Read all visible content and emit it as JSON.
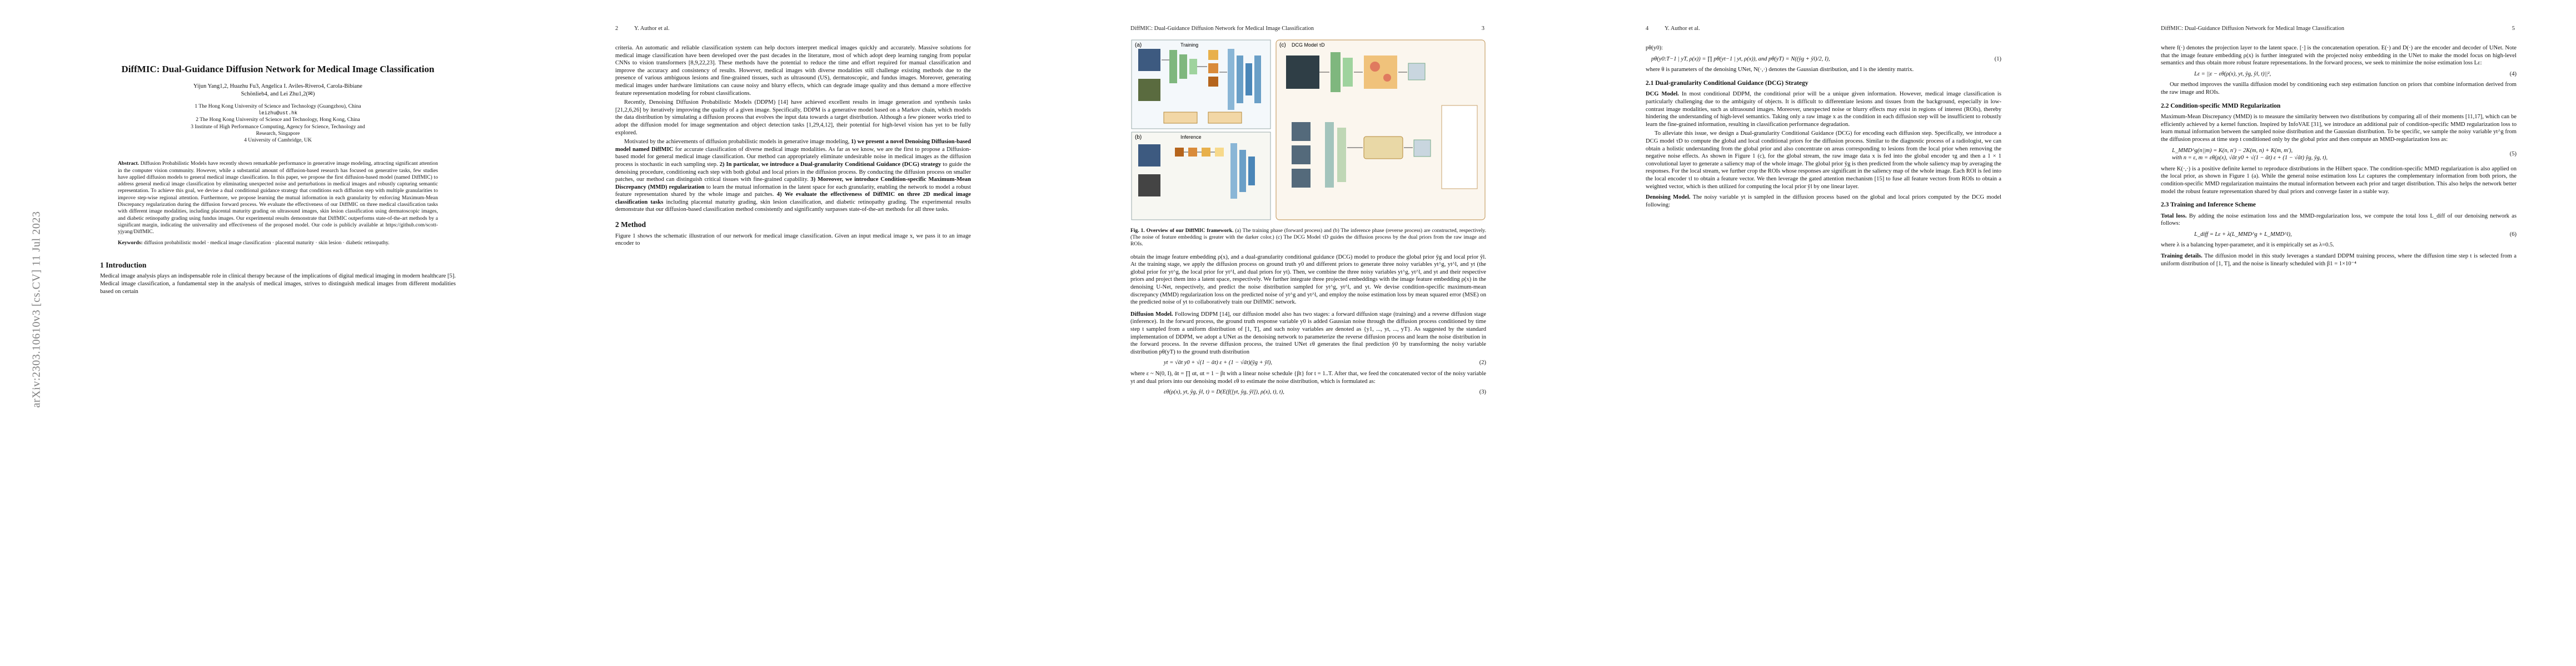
{
  "arxiv_stamp": "arXiv:2303.10610v3  [cs.CV]  11 Jul 2023",
  "pages": [
    {
      "number": "",
      "running_head": "",
      "title": "DiffMIC: Dual-Guidance Diffusion Network for Medical Image Classification",
      "authors_line1": "Yijun Yang1,2, Huazhu Fu3, Angelica I. Aviles-Rivero4, Carola-Bibiane",
      "authors_line2": "Schönlieb4, and Lei Zhu1,2(✉)",
      "affiliations": [
        "1 The Hong Kong University of Science and Technology (Guangzhou), China",
        "leizhu@ust.hk",
        "2 The Hong Kong University of Science and Technology, Hong Kong, China",
        "3 Institute of High Performance Computing, Agency for Science, Technology and",
        "Research, Singapore",
        "4 University of Cambridge, UK"
      ],
      "abstract_label": "Abstract.",
      "abstract": "Diffusion Probabilistic Models have recently shown remarkable performance in generative image modeling, attracting significant attention in the computer vision community. However, while a substantial amount of diffusion-based research has focused on generative tasks, few studies have applied diffusion models to general medical image classification. In this paper, we propose the first diffusion-based model (named DiffMIC) to address general medical image classification by eliminating unexpected noise and perturbations in medical images and robustly capturing semantic representation. To achieve this goal, we devise a dual conditional guidance strategy that conditions each diffusion step with multiple granularities to improve step-wise regional attention. Furthermore, we propose learning the mutual information in each granularity by enforcing Maximum-Mean Discrepancy regularization during the diffusion forward process. We evaluate the effectiveness of our DiffMIC on three medical classification tasks with different image modalities, including placental maturity grading on ultrasound images, skin lesion classification using dermatoscopic images, and diabetic retinopathy grading using fundus images. Our experimental results demonstrate that DiffMIC outperforms state-of-the-art methods by a significant margin, indicating the universality and effectiveness of the proposed model. Our code is publicly available at https://github.com/scott-yjyang/DiffMIC.",
      "keywords_label": "Keywords:",
      "keywords": "diffusion probabilistic model · medical image classification · placental maturity · skin lesion · diabetic retinopathy.",
      "section_title": "1   Introduction",
      "intro": "Medical image analysis plays an indispensable role in clinical therapy because of the implications of digital medical imaging in modern healthcare [5]. Medical image classification, a fundamental step in the analysis of medical images, strives to distinguish medical images from different modalities based on certain"
    },
    {
      "number": "2",
      "running_head": "Y. Author et al.",
      "para1": "criteria. An automatic and reliable classification system can help doctors interpret medical images quickly and accurately. Massive solutions for medical image classification have been developed over the past decades in the literature, most of which adopt deep learning ranging from popular CNNs to vision transformers [8,9,22,23]. These methods have the potential to reduce the time and effort required for manual classification and improve the accuracy and consistency of results. However, medical images with diverse modalities still challenge existing methods due to the presence of various ambiguous lesions and fine-grained tissues, such as ultrasound (US), dermatoscopic, and fundus images. Moreover, generating medical images under hardware limitations can cause noisy and blurry effects, which can degrade image quality and thus demand a more effective feature representation modeling for robust classifications.",
      "para2": "Recently, Denoising Diffusion Probabilistic Models (DDPM) [14] have achieved excellent results in image generation and synthesis tasks [21,2,6,26] by iteratively improving the quality of a given image. Specifically, DDPM is a generative model based on a Markov chain, which models the data distribution by simulating a diffusion process that evolves the input data towards a target distribution. Although a few pioneer works tried to adopt the diffusion model for image segmentation and object detection tasks [1,29,4,12], their potential for high-level vision has yet to be fully explored.",
      "para3_a": "Motivated by the achievements of diffusion probabilistic models in generative image modeling, ",
      "para3_b1": "1) we present a novel Denoising Diffusion-based model named DiffMIC",
      "para3_c": " for accurate classification of diverse medical image modalities. As far as we know, we are the first to propose a Diffusion-based model for general medical image classification. Our method can appropriately eliminate undesirable noise in medical images as the diffusion process is stochastic in each sampling step. ",
      "para3_b2": "2) In particular, we introduce a Dual-granularity Conditional Guidance (DCG) strategy",
      "para3_d": " to guide the denoising procedure, conditioning each step with both global and local priors in the diffusion process. By conducting the diffusion process on smaller patches, our method can distinguish critical tissues with fine-grained capability. ",
      "para3_b3": "3) Moreover, we introduce Condition-specific Maximum-Mean Discrepancy (MMD) regularization",
      "para3_e": " to learn the mutual information in the latent space for each granularity, enabling the network to model a robust feature representation shared by the whole image and patches. ",
      "para3_b4": "4) We evaluate the effectiveness of DiffMIC on three 2D medical image classification tasks",
      "para3_f": " including placental maturity grading, skin lesion classification, and diabetic retinopathy grading. The experimental results demonstrate that our diffusion-based classification method consistently and significantly surpasses state-of-the-art methods for all three tasks.",
      "section_title": "2   Method",
      "method": "Figure 1 shows the schematic illustration of our network for medical image classification. Given an input medical image x, we pass it to an image encoder to"
    },
    {
      "number": "3",
      "running_head": "DiffMIC: Dual-Guidance Diffusion Network for Medical Image Classification",
      "fig_label": "Fig. 1.",
      "fig_title": "Overview of our DiffMIC framework.",
      "fig_caption": "(a) The training phase (forward process) and (b) The inference phase (reverse process) are constructed, respectively. (The noise of feature embedding is greater with the darker color.) (c) The DCG Model τD guides the diffusion process by the dual priors from the raw image and ROIs.",
      "fig_labels": [
        "(a)",
        "(b)",
        "(c)",
        "Training",
        "Inference",
        "DCG Model τD"
      ],
      "para1": "obtain the image feature embedding ρ(x), and a dual-granularity conditional guidance (DCG) model to produce the global prior ŷg and local prior ŷl. At the training stage, we apply the diffusion process on ground truth y0 and different priors to generate three noisy variables yt^g, yt^l, and yt (the global prior for yt^g, the local prior for yt^l, and dual priors for yt). Then, we combine the three noisy variables yt^g, yt^l, and yt and their respective priors and project them into a latent space, respectively. We further integrate three projected embeddings with the image feature embedding ρ(x) in the denoising U-Net, respectively, and predict the noise distribution sampled for yt^g, yt^l, and yt. We devise condition-specific maximum-mean discrepancy (MMD) regularization loss on the predicted noise of yt^g and yt^l, and employ the noise estimation loss by mean squared error (MSE) on the predicted noise of yt to collaboratively train our DiffMIC network.",
      "para2_label": "Diffusion Model.",
      "para2": " Following DDPM [14], our diffusion model also has two stages: a forward diffusion stage (training) and a reverse diffusion stage (inference). In the forward process, the ground truth response variable y0 is added Gaussian noise through the diffusion process conditioned by time step t sampled from a uniform distribution of [1, T], and such noisy variables are denoted as {y1, ..., yt, ..., yT}. As suggested by the standard implementation of DDPM, we adopt a UNet as the denoising network to parameterize the reverse diffusion process and learn the noise distribution in the forward process. In the reverse diffusion process, the trained UNet εθ generates the final prediction ŷ0 by transforming the noisy variable distribution pθ(yT) to the ground truth distribution",
      "fwd_eq": "yt = √ᾱt y0 + √(1 − ᾱt) ε + (1 − √ᾱt)(ŷg + ŷl),",
      "fwd_num": "(2)",
      "fwd_where": "where ε ~ N(0, I), ᾱt = ∏ αt, αt = 1 − βt with a linear noise schedule {βt} for t = 1..T. After that, we feed the concatenated vector of the noisy variable yt and dual priors into our denoising model εθ to estimate the noise distribution, which is formulated as:",
      "eps_eq": "εθ(ρ(x), yt, ŷg, ŷl, t) = D(E(f([yt, ŷg, ŷl]), ρ(x), t), t),",
      "eps_num": "(3)"
    },
    {
      "number": "4",
      "running_head": "Y. Author et al.",
      "top_eq_label": "pθ(y0):",
      "eq1": "pθ(y0:T−1 | yT, ρ(x)) = ∏ pθ(yt−1 | yt, ρ(x)),   and   pθ(yT) = N((ŷg + ŷl)/2, I),",
      "eq1_num": "(1)",
      "eq1_where": "where θ is parameters of the denoising UNet, N(·,·) denotes the Gaussian distribution, and I is the identity matrix.",
      "subsec1": "2.1   Dual-granularity Conditional Guidance (DCG) Strategy",
      "dcg_label": "DCG Model.",
      "dcg": " In most conditional DDPM, the conditional prior will be a unique given information. However, medical image classification is particularly challenging due to the ambiguity of objects. It is difficult to differentiate lesions and tissues from the background, especially in low-contrast image modalities, such as ultrasound images. Moreover, unexpected noise or blurry effects may exist in regions of interest (ROIs), thereby hindering the understanding of high-level semantics. Taking only a raw image x as the condition in each diffusion step will be insufficient to robustly learn the fine-grained information, resulting in classification performance degradation.",
      "dcg2": "To alleviate this issue, we design a Dual-granularity Conditional Guidance (DCG) for encoding each diffusion step. Specifically, we introduce a DCG model τD to compute the global and local conditional priors for the diffusion process. Similar to the diagnostic process of a radiologist, we can obtain a holistic understanding from the global prior and also concentrate on areas corresponding to lesions from the local prior when removing the negative noise effects. As shown in Figure 1 (c), for the global stream, the raw image data x is fed into the global encoder τg and then a 1 × 1 convolutional layer to generate a saliency map of the whole image. The global prior ŷg is then predicted from the whole saliency map by averaging the responses. For the local stream, we further crop the ROIs whose responses are significant in the saliency map of the whole image. Each ROI is fed into the local encoder τl to obtain a feature vector. We then leverage the gated attention mechanism [15] to fuse all feature vectors from ROIs to obtain a weighted vector, which is then utilized for computing the local prior ŷl by one linear layer.",
      "den_label": "Denoising Model.",
      "den": " The noisy variable yt is sampled in the diffusion process based on the global and local priors computed by the DCG model following:"
    },
    {
      "number": "5",
      "running_head": "DiffMIC: Dual-Guidance Diffusion Network for Medical Image Classification",
      "para1": "where f(·) denotes the projection layer to the latent space. [·] is the concatenation operation. E(·) and D(·) are the encoder and decoder of UNet. Note that the image feature embedding ρ(x) is further integrated with the projected noisy embedding in the UNet to make the model focus on high-level semantics and thus obtain more robust feature representations. In the forward process, we seek to minimize the noise estimation loss Lε:",
      "eq4": "Lε = ||ε − εθ(ρ(x), yt, ŷg, ŷl, t)||²,",
      "eq4_num": "(4)",
      "para2": "Our method improves the vanilla diffusion model by conditioning each step estimation function on priors that combine information derived from the raw image and ROIs.",
      "subsec1": "2.2   Condition-specific MMD Regularization",
      "mmd": "Maximum-Mean Discrepancy (MMD) is to measure the similarity between two distributions by comparing all of their moments [11,17], which can be efficiently achieved by a kernel function. Inspired by InfoVAE [31], we introduce an additional pair of condition-specific MMD regularization loss to learn mutual information between the sampled noise distribution and the Gaussian distribution. To be specific, we sample the noisy variable yt^g from the diffusion process at time step t conditioned only by the global prior and then compute an MMD-regularization loss as:",
      "eq5a": "L_MMD^g(n||m) = K(n, n′) − 2K(m, n) + K(m, m′),",
      "eq5b": "with n = ε,  m = εθ(ρ(x), √ᾱt y0 + √(1 − ᾱt) ε + (1 − √ᾱt) ŷg, ŷg, t),",
      "eq5_num": "(5)",
      "mmd2": "where K(·,·) is a positive definite kernel to reproduce distributions in the Hilbert space. The condition-specific MMD regularization is also applied on the local prior, as shown in Figure 1 (a). While the general noise estimation loss Lε captures the complementary information from both priors, the condition-specific MMD regularization maintains the mutual information between each prior and target distribution. This also helps the network better model the robust feature representation shared by dual priors and converge faster in a stable way.",
      "subsec2": "2.3   Training and Inference Scheme",
      "total_label": "Total loss.",
      "total": " By adding the noise estimation loss and the MMD-regularization loss, we compute the total loss L_diff of our denoising network as follows:",
      "eq6": "L_diff = Lε + λ(L_MMD^g + L_MMD^l),",
      "eq6_num": "(6)",
      "lambda": "where λ is a balancing hyper-parameter, and it is empirically set as λ=0.5.",
      "train_label": "Training details.",
      "train": " The diffusion model in this study leverages a standard DDPM training process, where the diffusion time step t is selected from a uniform distribution of [1, T], and the noise is linearly scheduled with β1 = 1×10⁻⁴"
    }
  ]
}
